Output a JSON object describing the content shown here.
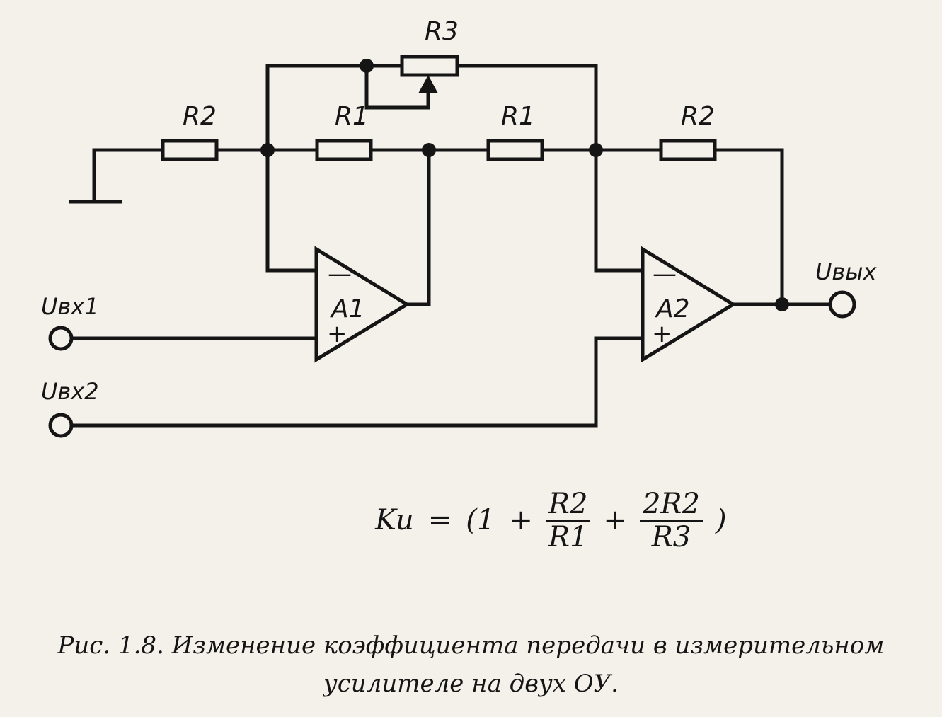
{
  "labels": {
    "r2_left": "R2",
    "r1_left": "R1",
    "r3": "R3",
    "r1_right": "R1",
    "r2_right": "R2",
    "a1": "A1",
    "a2": "A2",
    "minus": "—",
    "plus": "+",
    "u_in1": "Uвx1",
    "u_in2": "Uвx2",
    "u_out": "Uвых"
  },
  "formula": {
    "lhs": "Ku",
    "equals": "=",
    "open": "(1",
    "plus1": "+",
    "frac1_num": "R2",
    "frac1_den": "R1",
    "plus2": "+",
    "frac2_num": "2R2",
    "frac2_den": "R3",
    "close": ")"
  },
  "caption": {
    "line1": "Рис.  1.8.  Изменение  коэффициента  передачи  в  измерительном",
    "line2": "усилителе  на  двух  ОУ."
  }
}
